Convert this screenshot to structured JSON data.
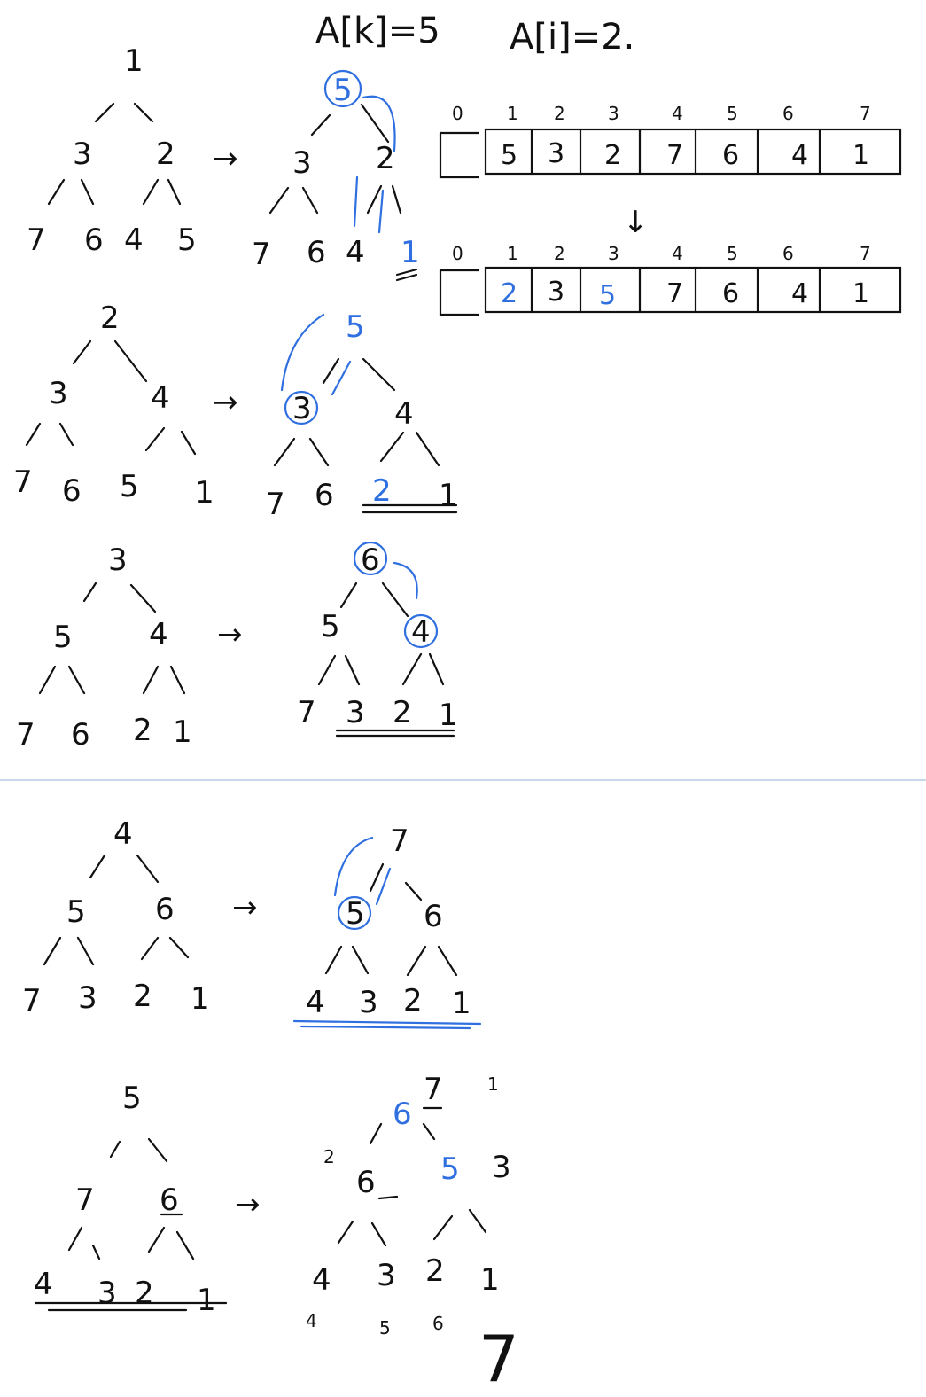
{
  "header": {
    "left": "A[k]=5",
    "right": "A[i]=2."
  },
  "array_indices": [
    "0",
    "1",
    "2",
    "3",
    "4",
    "5",
    "6",
    "7"
  ],
  "array_before": [
    "",
    "5",
    "3",
    "2",
    "7",
    "6",
    "4",
    "1"
  ],
  "array_after": [
    "",
    "2",
    "3",
    "5",
    "7",
    "6",
    "4",
    "1"
  ],
  "arrow": "↓",
  "steps": [
    {
      "before": [
        "1",
        "3",
        "2",
        "7",
        "6",
        "4",
        "5"
      ],
      "after": [
        "5",
        "3",
        "2",
        "7",
        "6",
        "4",
        "1"
      ]
    },
    {
      "before": [
        "2",
        "3",
        "4",
        "7",
        "6",
        "5",
        "1"
      ],
      "after": [
        "5",
        "3",
        "4",
        "7",
        "6",
        "2",
        "1"
      ]
    },
    {
      "before": [
        "3",
        "5",
        "4",
        "7",
        "6",
        "2",
        "1"
      ],
      "after": [
        "6",
        "5",
        "4",
        "7",
        "3",
        "2",
        "1"
      ]
    },
    {
      "before": [
        "4",
        "5",
        "6",
        "7",
        "3",
        "2",
        "1"
      ],
      "after": [
        "7",
        "5",
        "6",
        "4",
        "3",
        "2",
        "1"
      ]
    },
    {
      "before": [
        "5",
        "7",
        "6",
        "4",
        "3",
        "2",
        "1"
      ],
      "after": [
        "7",
        "6",
        "5",
        "4",
        "3",
        "2",
        "1"
      ]
    }
  ],
  "arrow_symbol": "→",
  "last_annotations": {
    "blue_6": "6",
    "blue_5": "5",
    "label_1": "1",
    "label_2": "2",
    "label_3": "3",
    "bottom_4": "4",
    "bottom_5": "5",
    "bottom_6": "6",
    "bottom_7": "7"
  }
}
